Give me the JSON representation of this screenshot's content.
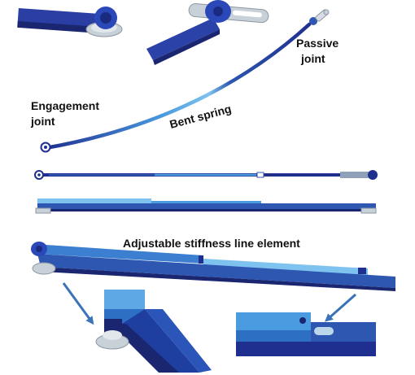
{
  "labels": {
    "passive_joint_line1": "Passive",
    "passive_joint_line2": "joint",
    "engagement_joint_line1": "Engagement",
    "engagement_joint_line2": "joint",
    "bent_spring": "Bent spring",
    "adjustable_element": "Adjustable stiffness line element"
  },
  "colors": {
    "dark_blue": "#1f2f8f",
    "mid_blue": "#2d57b0",
    "light_blue": "#4a9be0",
    "pale_blue": "#7ec3ef",
    "metal": "#c8d0d8",
    "arrow": "#3a73b8"
  }
}
